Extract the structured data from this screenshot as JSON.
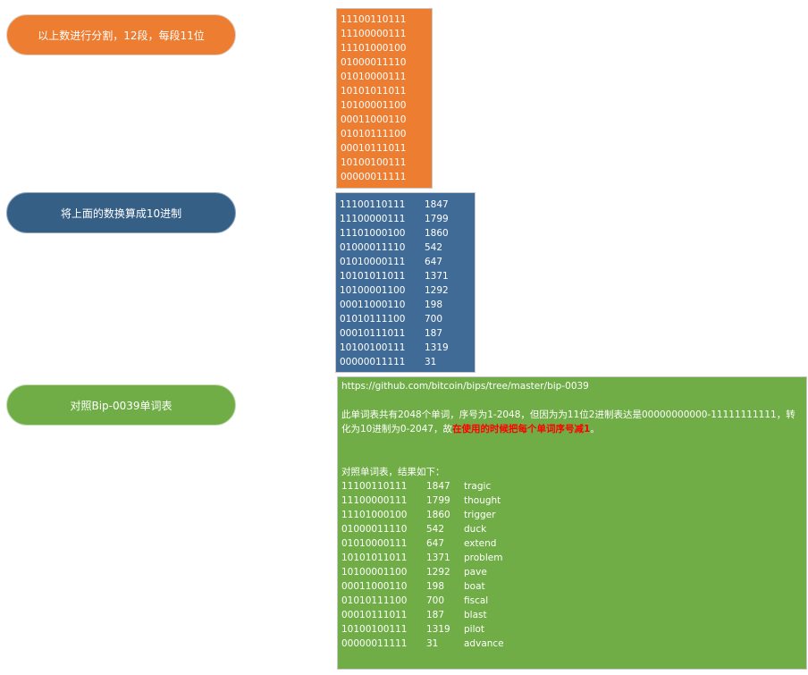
{
  "steps": [
    {
      "label": "以上数进行分割，12段，每段11位"
    },
    {
      "label": "将上面的数换算成10进制"
    },
    {
      "label": "对照Bip-0039单词表"
    }
  ],
  "segments": [
    {
      "bin": "11100110111",
      "dec": "1847",
      "word": "tragic"
    },
    {
      "bin": "11100000111",
      "dec": "1799",
      "word": "thought"
    },
    {
      "bin": "11101000100",
      "dec": "1860",
      "word": "trigger"
    },
    {
      "bin": "01000011110",
      "dec": "542",
      "word": "duck"
    },
    {
      "bin": "01010000111",
      "dec": "647",
      "word": "extend"
    },
    {
      "bin": "10101011011",
      "dec": "1371",
      "word": "problem"
    },
    {
      "bin": "10100001100",
      "dec": "1292",
      "word": "pave"
    },
    {
      "bin": "00011000110",
      "dec": "198",
      "word": "boat"
    },
    {
      "bin": "01010111100",
      "dec": "700",
      "word": "fiscal"
    },
    {
      "bin": "00010111011",
      "dec": "187",
      "word": "blast"
    },
    {
      "bin": "10100100111",
      "dec": "1319",
      "word": "pilot"
    },
    {
      "bin": "00000011111",
      "dec": "31",
      "word": "advance"
    }
  ],
  "wordlist_panel": {
    "url": "https://github.com/bitcoin/bips/tree/master/bip-0039",
    "note_plain": "此单词表共有2048个单词，序号为1-2048，但因为为11位2进制表达是00000000000-11111111111，转化为10进制为0-2047，故",
    "note_emphasis": "在使用的时候把每个单词序号减1",
    "note_end": "。",
    "result_heading": "对照单词表，结果如下："
  },
  "colors": {
    "orange": "#ed7d31",
    "blue": "#3f6b96",
    "green": "#70ad47",
    "emphasis": "#ff0000"
  }
}
